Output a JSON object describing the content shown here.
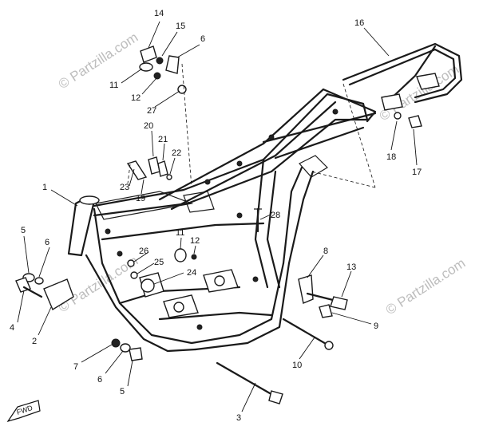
{
  "diagram": {
    "labels": [
      {
        "id": "14",
        "text": "14"
      },
      {
        "id": "15",
        "text": "15"
      },
      {
        "id": "6a",
        "text": "6"
      },
      {
        "id": "11a",
        "text": "11"
      },
      {
        "id": "12a",
        "text": "12"
      },
      {
        "id": "27",
        "text": "27"
      },
      {
        "id": "20",
        "text": "20"
      },
      {
        "id": "21",
        "text": "21"
      },
      {
        "id": "22",
        "text": "22"
      },
      {
        "id": "23",
        "text": "23"
      },
      {
        "id": "19",
        "text": "19"
      },
      {
        "id": "16",
        "text": "16"
      },
      {
        "id": "18",
        "text": "18"
      },
      {
        "id": "17",
        "text": "17"
      },
      {
        "id": "1",
        "text": "1"
      },
      {
        "id": "28",
        "text": "28"
      },
      {
        "id": "5a",
        "text": "5"
      },
      {
        "id": "6b",
        "text": "6"
      },
      {
        "id": "11b",
        "text": "11"
      },
      {
        "id": "12b",
        "text": "12"
      },
      {
        "id": "26",
        "text": "26"
      },
      {
        "id": "25",
        "text": "25"
      },
      {
        "id": "24",
        "text": "24"
      },
      {
        "id": "8",
        "text": "8"
      },
      {
        "id": "13",
        "text": "13"
      },
      {
        "id": "4",
        "text": "4"
      },
      {
        "id": "2",
        "text": "2"
      },
      {
        "id": "9",
        "text": "9"
      },
      {
        "id": "10",
        "text": "10"
      },
      {
        "id": "7",
        "text": "7"
      },
      {
        "id": "6c",
        "text": "6"
      },
      {
        "id": "5b",
        "text": "5"
      },
      {
        "id": "3",
        "text": "3"
      }
    ],
    "watermark": "© Partzilla.com",
    "front_marker": "FWD"
  }
}
